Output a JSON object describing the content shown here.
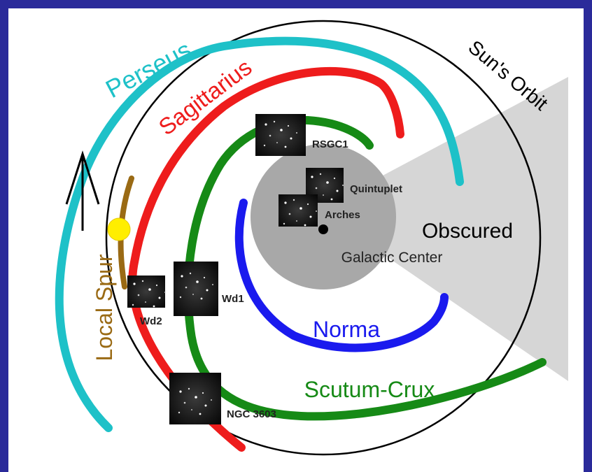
{
  "colors": {
    "border": "#2a2a9a",
    "background": "#ffffff",
    "perseus": "#1ec1c8",
    "sagittarius": "#ee1c1c",
    "scutum_crux": "#168a16",
    "norma": "#1a1aee",
    "local_spur": "#9a6a14",
    "sun": "#ffee00",
    "obscured": "#d6d6d6",
    "galactic_center": "#a8a8a8",
    "orbit": "#000000"
  },
  "labels": {
    "perseus": "Perseus",
    "sagittarius": "Sagittarius",
    "suns_orbit": "Sun's Orbit",
    "obscured": "Obscured",
    "galactic_center": "Galactic Center",
    "norma": "Norma",
    "scutum_crux": "Scutum-Crux",
    "local_spur": "Local Spur"
  },
  "clusters": [
    {
      "name": "RSGC1",
      "icon": "cluster-photo"
    },
    {
      "name": "Quintuplet",
      "icon": "cluster-photo"
    },
    {
      "name": "Arches",
      "icon": "cluster-photo"
    },
    {
      "name": "Wd1",
      "icon": "cluster-photo"
    },
    {
      "name": "Wd2",
      "icon": "cluster-photo"
    },
    {
      "name": "NGC 3603",
      "icon": "cluster-photo"
    }
  ]
}
